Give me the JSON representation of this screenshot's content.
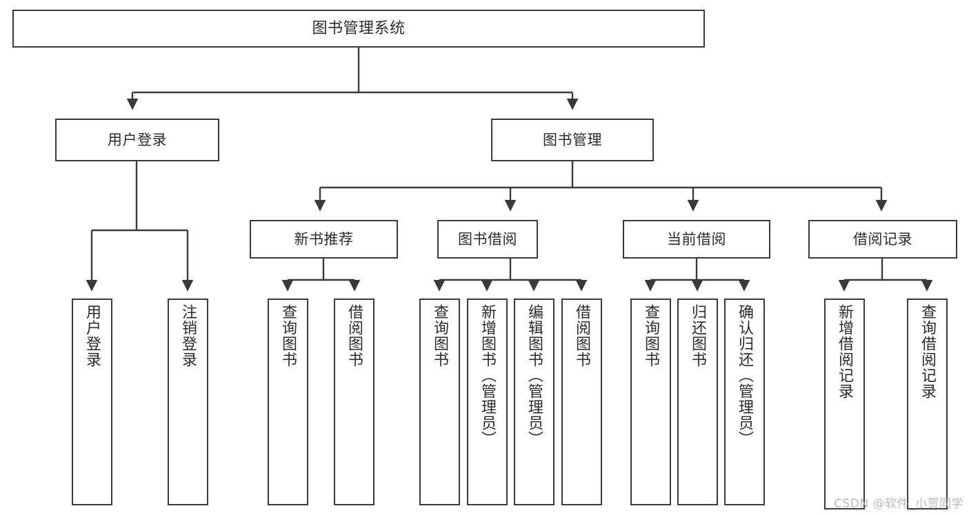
{
  "diagram": {
    "title": "图书管理系统",
    "type": "tree-hierarchy",
    "colors": {
      "stroke": "#3a3a3a",
      "fill": "#ffffff",
      "text": "#2b2b2b",
      "watermark": "#b9b9b9"
    }
  },
  "watermark": {
    "text": "CSDN @软件_小贺同学"
  },
  "nodes": {
    "root": {
      "label": "图书管理系统"
    },
    "level2": [
      {
        "id": "user-login",
        "label": "用户登录"
      },
      {
        "id": "book-management",
        "label": "图书管理"
      }
    ],
    "level3": [
      {
        "id": "new-book-recommend",
        "label": "新书推荐"
      },
      {
        "id": "book-borrow",
        "label": "图书借阅"
      },
      {
        "id": "current-borrow",
        "label": "当前借阅"
      },
      {
        "id": "borrow-record",
        "label": "借阅记录"
      }
    ],
    "leaves": {
      "user-login": [
        {
          "id": "leaf-user-login",
          "label": "用户登录"
        },
        {
          "id": "leaf-user-logout",
          "label": "注销登录"
        }
      ],
      "new-book-recommend": [
        {
          "id": "leaf-query-book-1",
          "label": "查询图书"
        },
        {
          "id": "leaf-borrow-book-1",
          "label": "借阅图书"
        }
      ],
      "book-borrow": [
        {
          "id": "leaf-query-book-2",
          "label": "查询图书"
        },
        {
          "id": "leaf-add-book",
          "label": "新增图书（管理员）"
        },
        {
          "id": "leaf-edit-book",
          "label": "编辑图书（管理员）"
        },
        {
          "id": "leaf-borrow-book-2",
          "label": "借阅图书"
        }
      ],
      "current-borrow": [
        {
          "id": "leaf-query-book-3",
          "label": "查询图书"
        },
        {
          "id": "leaf-return-book",
          "label": "归还图书"
        },
        {
          "id": "leaf-confirm-return",
          "label": "确认归还（管理员）"
        }
      ],
      "borrow-record": [
        {
          "id": "leaf-add-record",
          "label": "新增借阅记录"
        },
        {
          "id": "leaf-query-record",
          "label": "查询借阅记录"
        }
      ]
    }
  }
}
